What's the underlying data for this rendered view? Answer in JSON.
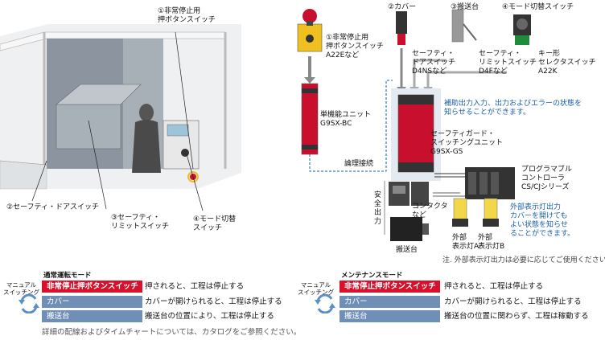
{
  "factory": {
    "estop_label": "①非常停止用\n押ボタンスイッチ",
    "door_label": "②セーフティ・ドアスイッチ",
    "limit_label": "③セーフティ・\nリミットスイッチ",
    "mode_label": "④モード切替\nスイッチ"
  },
  "wiring": {
    "dev1_label": "①非常停止用\n押ボタンスイッチ\nA22Eなど",
    "dev2_title": "②カバー",
    "dev2_label": "セーフティ・\nドアスイッチ\nD4NSなど",
    "dev3_title": "③搬送台",
    "dev3_label": "セーフティ・\nリミットスイッチ\nD4Fなど",
    "dev4_title": "④モード切替スイッチ",
    "dev4_label": "キー形\nセレクタスイッチ\nA22K",
    "single_unit": "単機能ユニット\nG9SX-BC",
    "logic": "論理接続",
    "aux_note": "補助出力入力、出力およびエラーの状態を\n知らせることができます。",
    "guard_unit": "セーフティガード・\nスイッチングユニット\nG9SX-GS",
    "plc": "プログラマブル\nコントローラ\nCS/CJシリーズ",
    "lamp_note": "外部表示灯出力\nカバーを開けても\nよい状態を知らせ\nることができます。",
    "safety_output": "安\n全\n出\n力",
    "contactor": "コンタクタ\nなど",
    "conveyor": "搬送台",
    "lamp_a": "外部\n表示灯A",
    "lamp_b": "外部\n表示灯B",
    "footnote": "注. 外部表示灯出力は必要に応じてご使用ください。"
  },
  "modes": {
    "switching": "マニュアル\nスイッチング",
    "normal": {
      "title": "通常運転モード",
      "rows": [
        {
          "label": "非常停止押ボタンスイッチ",
          "desc": "押されると、工程は停止する"
        },
        {
          "label": "カバー",
          "desc": "カバーが開けられると、工程は停止する"
        },
        {
          "label": "搬送台",
          "desc": "搬送台の位置により、工程は停止する"
        }
      ]
    },
    "maintenance": {
      "title": "メンテナンスモード",
      "rows": [
        {
          "label": "非常停止押ボタンスイッチ",
          "desc": "押されると、工程は停止する"
        },
        {
          "label": "カバー",
          "desc": "カバーが開けられると、工程は停止する"
        },
        {
          "label": "搬送台",
          "desc": "搬送台の位置に関わらず、工程は稼動する"
        }
      ]
    },
    "bottom_note": "詳細の配線およびタイムチャートについては、カタログをご参照ください。"
  },
  "colors": {
    "red": "#d8102a",
    "blue_row": "#6f8fb7",
    "note_blue": "#1a5fa8",
    "unit_red": "#c8102e"
  }
}
